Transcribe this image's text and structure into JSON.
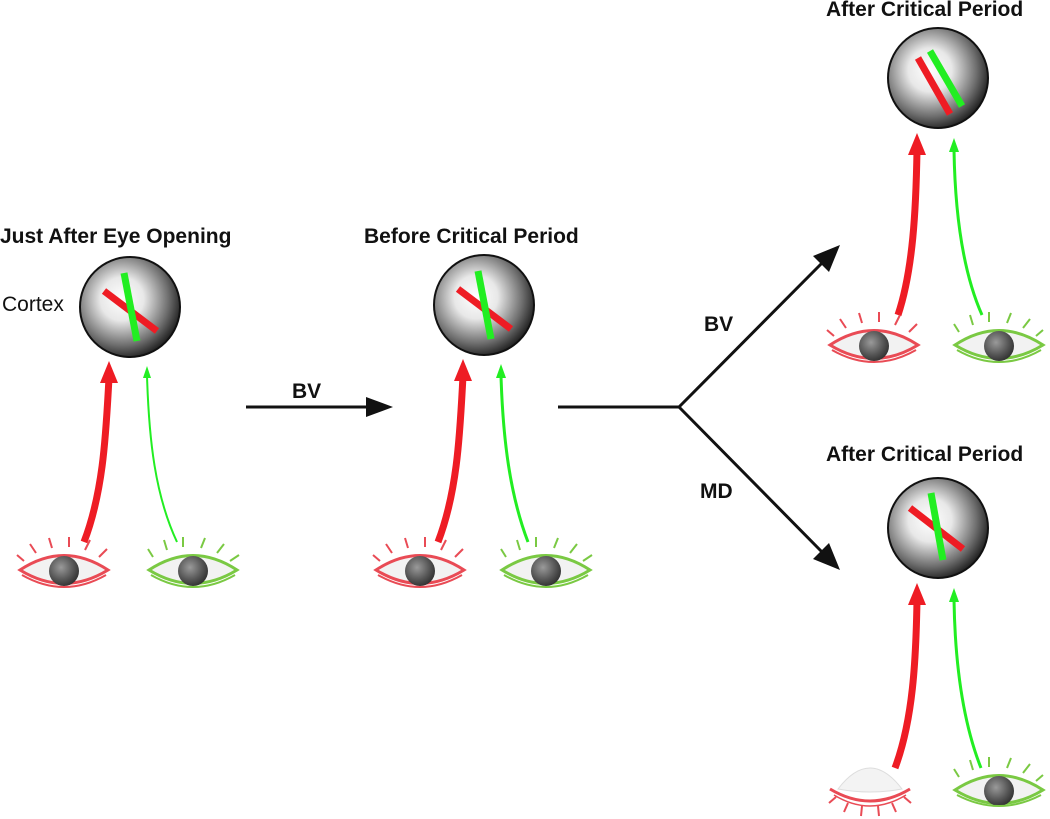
{
  "colors": {
    "red": "#ee1c24",
    "green": "#22ee22",
    "dark": "#111111",
    "lid_red": "#e94b55",
    "lid_green": "#7ac943"
  },
  "labels": {
    "stage1_title": "Just After Eye Opening",
    "cortex": "Cortex",
    "stage2_title": "Before Critical Period",
    "stage3a_title": "After Critical Period",
    "stage3b_title": "After Critical Period",
    "bv_1": "BV",
    "bv_2": "BV",
    "md": "MD"
  },
  "icons": {
    "cortex_circle": "cortex-sphere-icon",
    "open_eye": "eye-icon",
    "closed_eye": "closed-eye-icon"
  }
}
